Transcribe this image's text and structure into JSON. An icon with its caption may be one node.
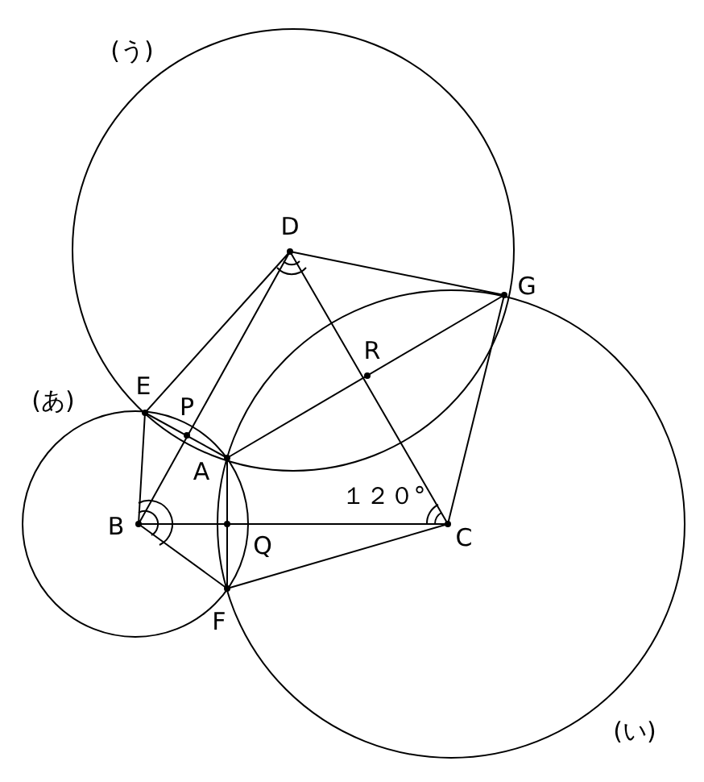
{
  "diagram": {
    "labels": [
      "(う)",
      "D",
      "G",
      "E",
      "R",
      "(あ)",
      "P",
      "A",
      "１２０°",
      "B",
      "C",
      "Q",
      "F",
      "(い)"
    ]
  }
}
